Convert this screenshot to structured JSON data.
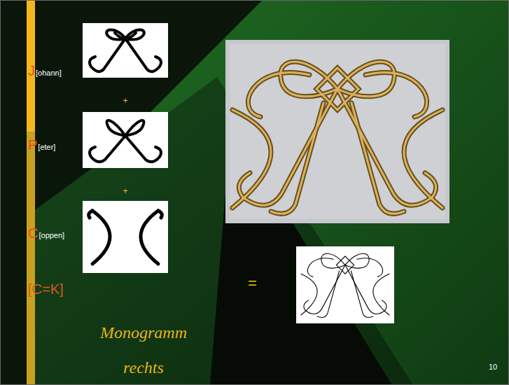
{
  "diagram": {
    "caption": "Monogramm rechts",
    "labels": [
      "J",
      "[ohann]",
      "+",
      "P",
      "[eter]",
      "+",
      "C",
      "[oppen]",
      "[C=K]",
      "=",
      "10"
    ]
  }
}
